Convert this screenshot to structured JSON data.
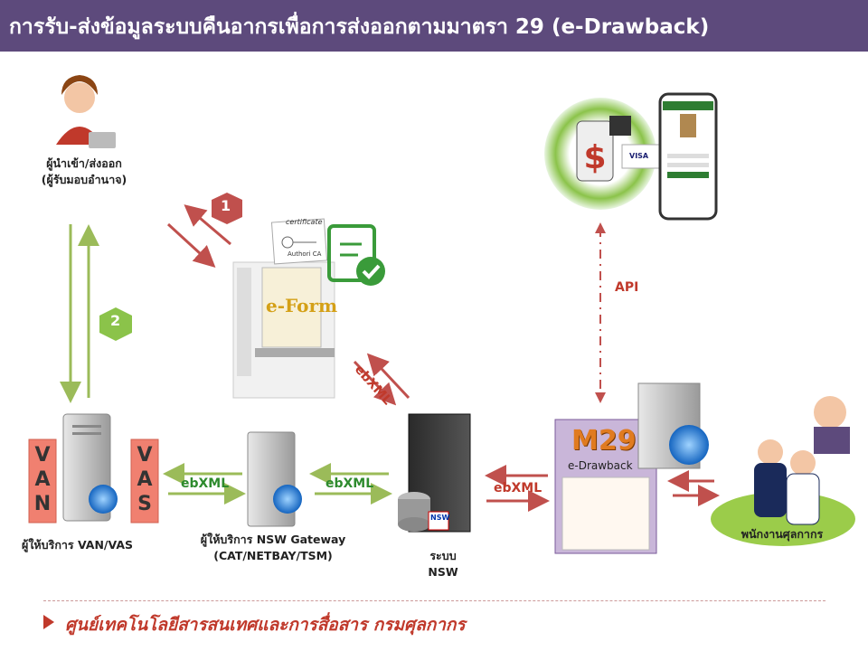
{
  "header": {
    "title": "การรับ-ส่งข้อมูลระบบคืนอากรเพื่อการส่งออกตามมาตรา 29 (e-Drawback)"
  },
  "nodes": {
    "exporter": {
      "line1": "ผู้นำเข้า/ส่งออก",
      "line2": "(ผู้รับมอบอำนาจ)"
    },
    "van": {
      "letters": [
        "V",
        "A",
        "N"
      ],
      "caption": "ผู้ให้บริการ VAN/VAS"
    },
    "vas": {
      "letters": [
        "V",
        "A",
        "S"
      ]
    },
    "gateway": {
      "line1": "ผู้ให้บริการ NSW Gateway",
      "line2": "(CAT/NETBAY/TSM)"
    },
    "nsw": {
      "line1": "ระบบ",
      "line2": "NSW",
      "logo": "NSW"
    },
    "m29": {
      "title": "M29",
      "subtitle": "e-Drawback"
    },
    "officer": {
      "caption": "พนักงานศุลกากร"
    },
    "eform": {
      "label": "e-Form"
    },
    "certificate": {
      "title": "certificate",
      "footer": "Authori  CA"
    }
  },
  "steps": {
    "one": "1",
    "two": "2"
  },
  "arrows": {
    "ebxml_label": "ebXML",
    "api_label": "API"
  },
  "mobile": {
    "card1": "VISA"
  },
  "footer": {
    "text": "ศูนย์เทคโนโลยีสารสนเทศและการสื่อสาร กรมศุลกากร"
  },
  "colors": {
    "header_bg": "#5d4a7c",
    "arrow_red": "#c0504d",
    "arrow_green": "#9bbb59",
    "ebxml_green": "#2e8b2e",
    "ebxml_red": "#c0392b",
    "step_red": "#c0504d",
    "step_green": "#8bc34a"
  }
}
